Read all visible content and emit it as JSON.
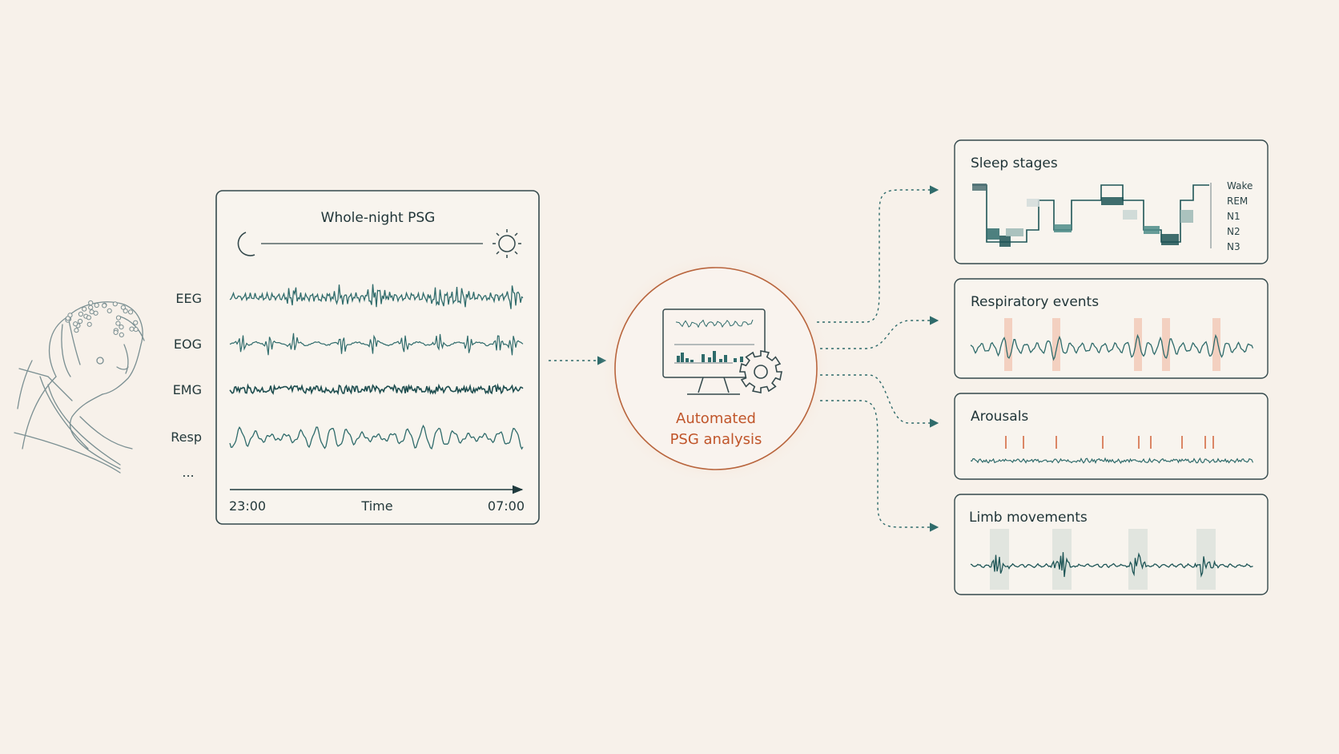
{
  "psg": {
    "title": "Whole-night PSG",
    "channels": [
      "EEG",
      "EOG",
      "EMG",
      "Resp"
    ],
    "more": "...",
    "time_start": "23:00",
    "time_label": "Time",
    "time_end": "07:00"
  },
  "analysis": {
    "line1": "Automated",
    "line2": "PSG analysis"
  },
  "outputs": {
    "sleep_stages": {
      "title": "Sleep stages",
      "stages": [
        "Wake",
        "REM",
        "N1",
        "N2",
        "N3"
      ]
    },
    "respiratory": {
      "title": "Respiratory events"
    },
    "arousals": {
      "title": "Arousals"
    },
    "limb": {
      "title": "Limb movements"
    }
  },
  "colors": {
    "background": "#f7f1ea",
    "ink": "#1f3a3d",
    "teal": "#2f6b6b",
    "teal_dark": "#1e5556",
    "accent_orange": "#c0552a",
    "event_highlight": "#f2c4b0",
    "limb_highlight": "#dde2dc"
  }
}
